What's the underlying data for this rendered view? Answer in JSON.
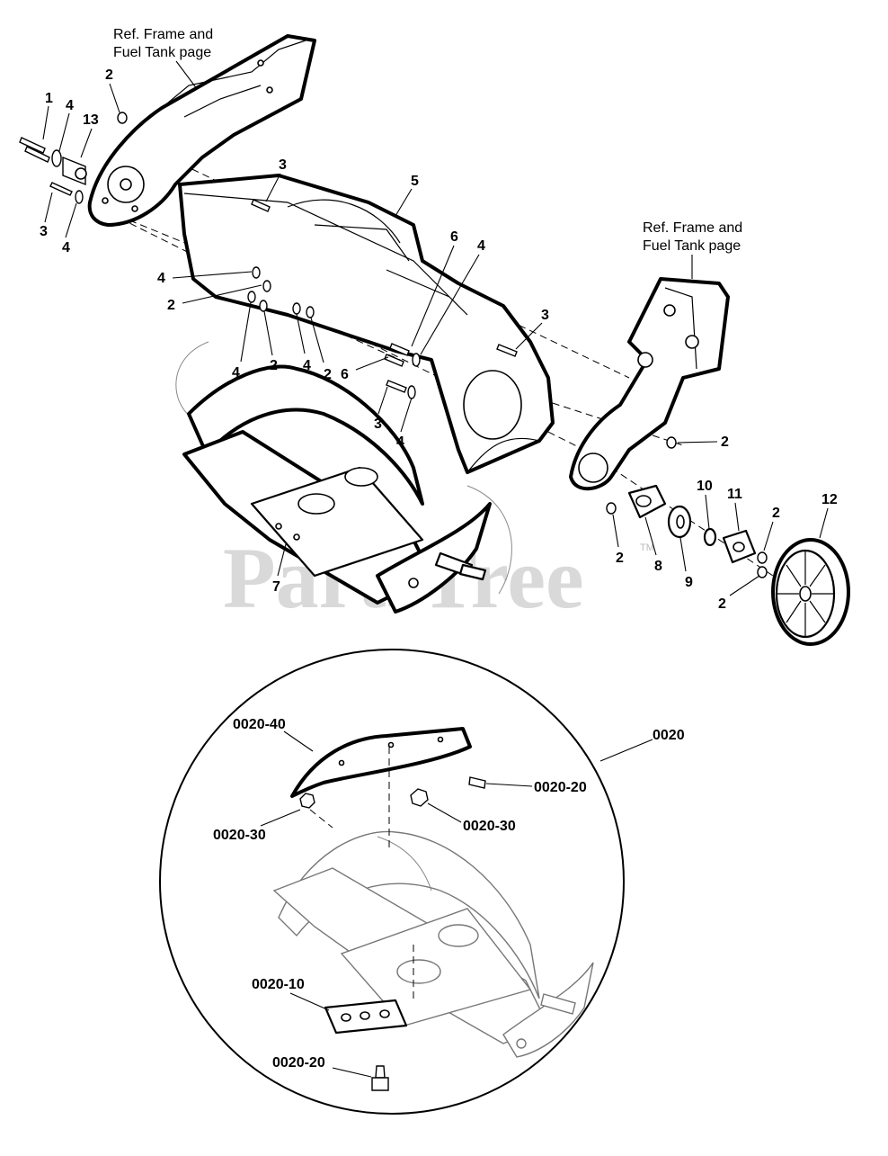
{
  "watermark": {
    "text": "PartsTree",
    "tm": "TM"
  },
  "references": {
    "top_left": [
      "Ref. Frame and",
      "Fuel Tank page"
    ],
    "top_right": [
      "Ref. Frame and",
      "Fuel Tank page"
    ]
  },
  "callouts": {
    "c1": "1",
    "c4a": "4",
    "c13": "13",
    "c2a": "2",
    "c3a": "3",
    "c4b": "4",
    "c3b": "3",
    "c5": "5",
    "c6a": "6",
    "c4c": "4",
    "c4d": "4",
    "c2b": "2",
    "c4e": "4",
    "c2c": "2",
    "c4f": "4",
    "c2d": "2",
    "c6b": "6",
    "c3c": "3",
    "c4g": "4",
    "c3d": "3",
    "c2e": "2",
    "c10": "10",
    "c11": "11",
    "c12": "12",
    "c2f": "2",
    "c2g": "2",
    "c8": "8",
    "c9": "9",
    "c2h": "2",
    "c7": "7"
  },
  "detail": {
    "kit": "0020",
    "shave_plate": "0020-40",
    "screw_upper": "0020-20",
    "nut_left": "0020-30",
    "nut_right": "0020-30",
    "scraper_bar": "0020-10",
    "screw_lower": "0020-20"
  }
}
